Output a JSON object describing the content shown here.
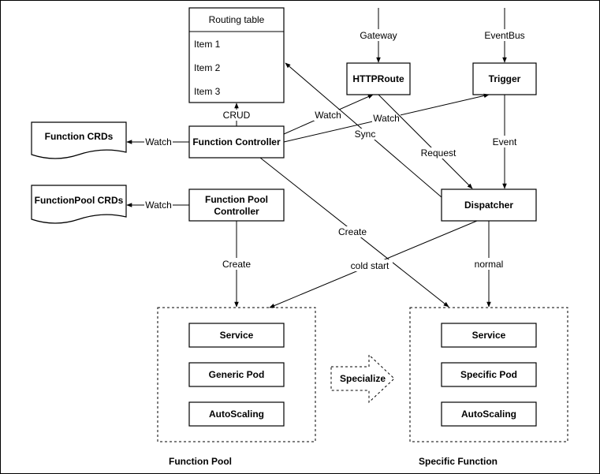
{
  "routing_table": {
    "title": "Routing table",
    "items": [
      "Item 1",
      "Item 2",
      "Item 3"
    ]
  },
  "nodes": {
    "function_crds": "Function CRDs",
    "functionpool_crds": "FunctionPool CRDs",
    "function_controller": "Function Controller",
    "function_pool_controller_line1": "Function Pool",
    "function_pool_controller_line2": "Controller",
    "httproute": "HTTPRoute",
    "trigger": "Trigger",
    "dispatcher": "Dispatcher"
  },
  "edge_labels": {
    "gateway": "Gateway",
    "eventbus": "EventBus",
    "crud": "CRUD",
    "watch_function_crds": "Watch",
    "watch_functionpool_crds": "Watch",
    "watch_httproute": "Watch",
    "watch_trigger": "Watch",
    "sync": "Sync",
    "request": "Request",
    "event": "Event",
    "create_from_controller": "Create",
    "create_from_pool_controller": "Create",
    "cold_start": "cold start",
    "normal": "normal"
  },
  "function_pool_group": {
    "title": "Function Pool",
    "components": [
      "Service",
      "Generic Pod",
      "AutoScaling"
    ]
  },
  "specific_function_group": {
    "title": "Specific Function",
    "components": [
      "Service",
      "Specific Pod",
      "AutoScaling"
    ]
  },
  "specialize_arrow": "Specialize"
}
